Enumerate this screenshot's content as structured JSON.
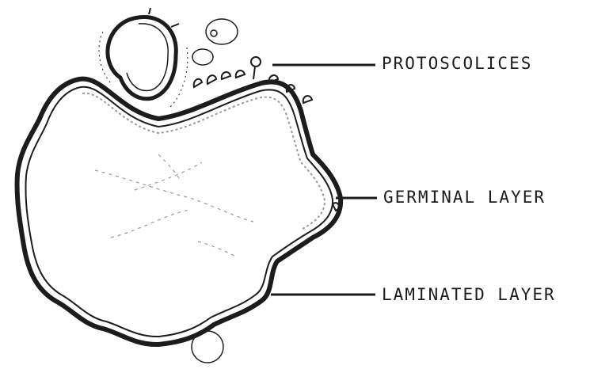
{
  "diagram": {
    "labels": {
      "protoscolices": "PROTOSCOLICES",
      "germinal_layer": "GERMINAL  LAYER",
      "laminated_layer": "LAMINATED  LAYER"
    },
    "colors": {
      "ink": "#1c1c1c",
      "paper": "#ffffff",
      "shading": "#9a9a9a"
    }
  }
}
